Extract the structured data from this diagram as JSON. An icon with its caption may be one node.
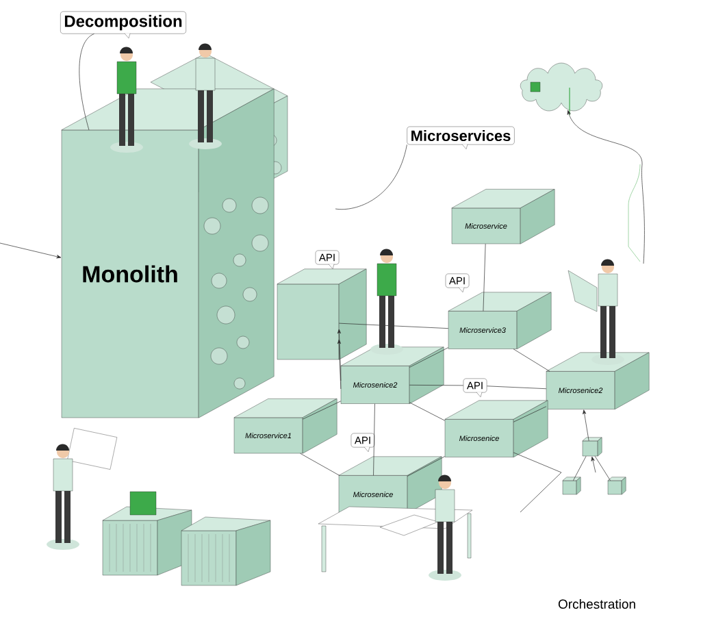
{
  "diagram": {
    "nodes": [
      {
        "text": [
          "Decomposition"
        ]
      },
      {
        "text": [],
        "shape": "cloud"
      },
      {
        "text": [
          "Microservices"
        ]
      },
      {
        "text": [
          "Monolith"
        ]
      },
      {
        "text": [
          "API"
        ]
      },
      {
        "text": [],
        "shape": "box"
      },
      {
        "text": [
          "Microservice"
        ]
      },
      {
        "text": [
          "API"
        ]
      },
      {
        "text": [
          "Microservice3"
        ]
      },
      {
        "text": [
          "Microsenice2"
        ]
      },
      {
        "text": [
          "Microsenice2"
        ]
      },
      {
        "text": [
          "Microservice1"
        ]
      },
      {
        "text": [
          "Microsenice"
        ]
      },
      {
        "text": [
          "API"
        ]
      },
      {
        "text": [
          "Microsenice"
        ]
      },
      {
        "text": [],
        "shape": "box"
      },
      {
        "text": [],
        "shape": "box"
      },
      {
        "text": [],
        "shape": "box"
      },
      {
        "text": [
          "API"
        ]
      }
    ],
    "edges": [
      {
        "from": 0,
        "to": 3,
        "arrow": "none"
      },
      {
        "from": 2,
        "to": null,
        "arrow": "none"
      },
      {
        "from": null,
        "to": 3,
        "arrow": "to"
      },
      {
        "from": 6,
        "to": 8,
        "arrow": "none"
      },
      {
        "from": 8,
        "to": 5,
        "arrow": "none"
      },
      {
        "from": 9,
        "to": 5,
        "arrow": "to"
      },
      {
        "from": 9,
        "to": 5,
        "arrow": "to"
      },
      {
        "from": 8,
        "to": 9,
        "arrow": "none"
      },
      {
        "from": 8,
        "to": 10,
        "arrow": "none"
      },
      {
        "from": 9,
        "to": 18,
        "arrow": "none"
      },
      {
        "from": 18,
        "to": 10,
        "arrow": "none"
      },
      {
        "from": 9,
        "to": 11,
        "arrow": "none"
      },
      {
        "from": 9,
        "to": 14,
        "arrow": "none"
      },
      {
        "from": 9,
        "to": 12,
        "arrow": "none"
      },
      {
        "from": 11,
        "to": 14,
        "arrow": "none"
      },
      {
        "from": 14,
        "to": 12,
        "arrow": "none"
      },
      {
        "from": 12,
        "to": 10,
        "arrow": "none"
      },
      {
        "from": 12,
        "to": null,
        "arrow": "none"
      },
      {
        "from": 15,
        "to": 10,
        "arrow": "to"
      },
      {
        "from": 16,
        "to": 15,
        "arrow": "none"
      },
      {
        "from": 17,
        "to": 15,
        "arrow": "none"
      },
      {
        "from": null,
        "to": 15,
        "arrow": "to"
      },
      {
        "from": null,
        "to": 1,
        "arrow": "to"
      }
    ],
    "labels": [
      "Orchestration"
    ]
  }
}
